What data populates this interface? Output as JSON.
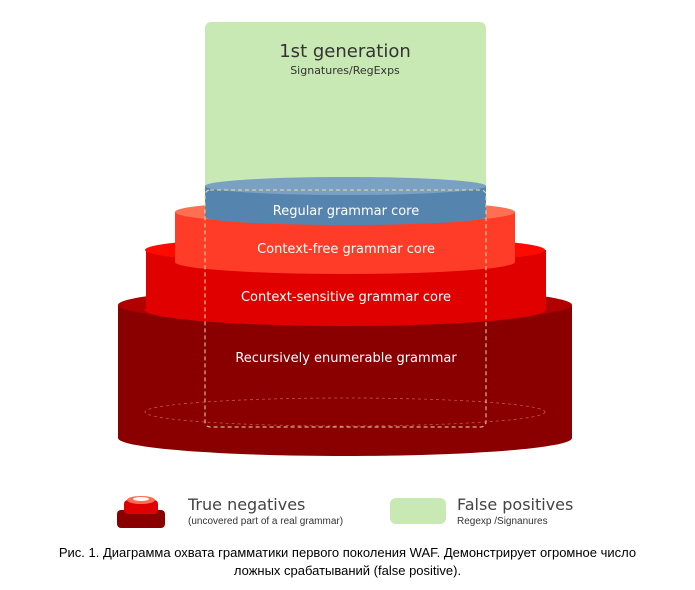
{
  "diagram": {
    "first_gen": {
      "title": "1st generation",
      "subtitle": "Signatures/RegExps"
    },
    "layers": [
      {
        "label": "Regular grammar core",
        "color": "#5585ae"
      },
      {
        "label": "Context-free grammar core",
        "color": "#ff3c28"
      },
      {
        "label": "Context-sensitive grammar core",
        "color": "#e00000"
      },
      {
        "label": "Recursively enumerable grammar",
        "color": "#8b0000"
      }
    ]
  },
  "legend": {
    "true_negatives": {
      "title": "True negatives",
      "subtitle": "(uncovered part of a real grammar)"
    },
    "false_positives": {
      "title": "False positives",
      "subtitle": "Regexp /Signanures",
      "color": "#c8e8b4"
    }
  },
  "caption": {
    "line1": "Рис. 1. Диаграмма охвата грамматики первого поколения WAF. Демонстрирует огромное число",
    "line2": "ложных срабатываний (false positive)."
  }
}
